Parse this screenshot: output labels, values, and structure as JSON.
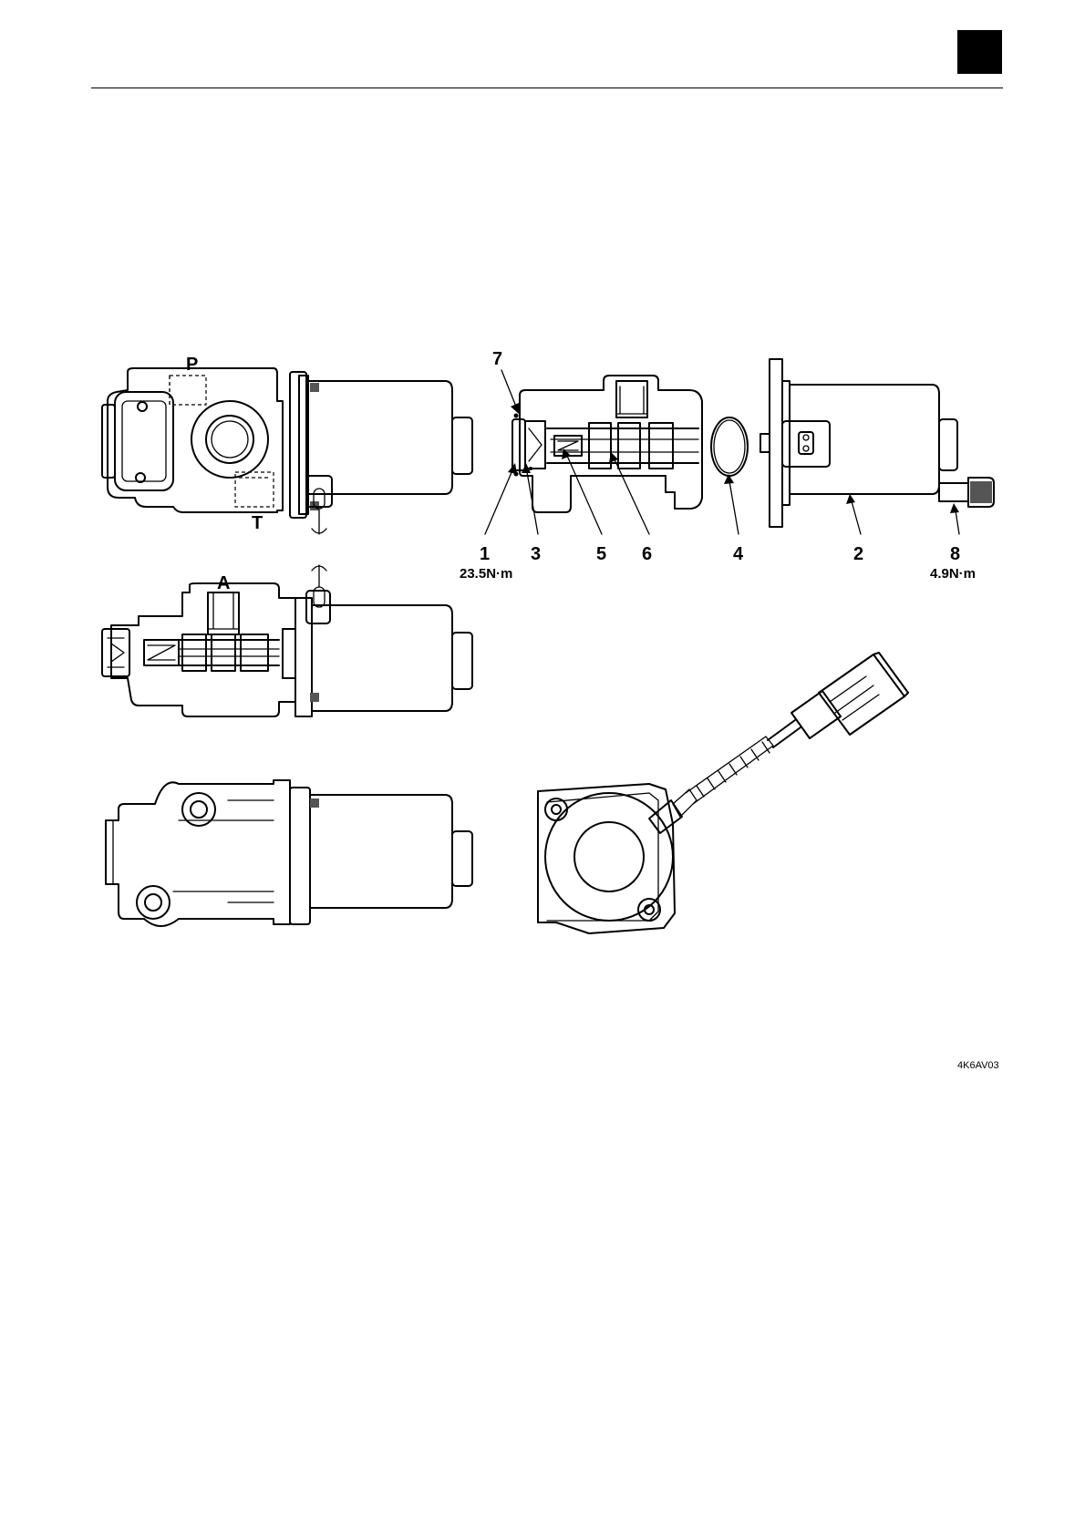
{
  "page_code": "4K6AV03",
  "ports": {
    "p": "P",
    "t": "T",
    "a": "A"
  },
  "callouts": {
    "c1": "1",
    "c2": "2",
    "c3": "3",
    "c4": "4",
    "c5": "5",
    "c6": "6",
    "c7": "7",
    "c8": "8"
  },
  "torques": {
    "t1": "23.5N·m",
    "t8": "4.9N·m"
  }
}
